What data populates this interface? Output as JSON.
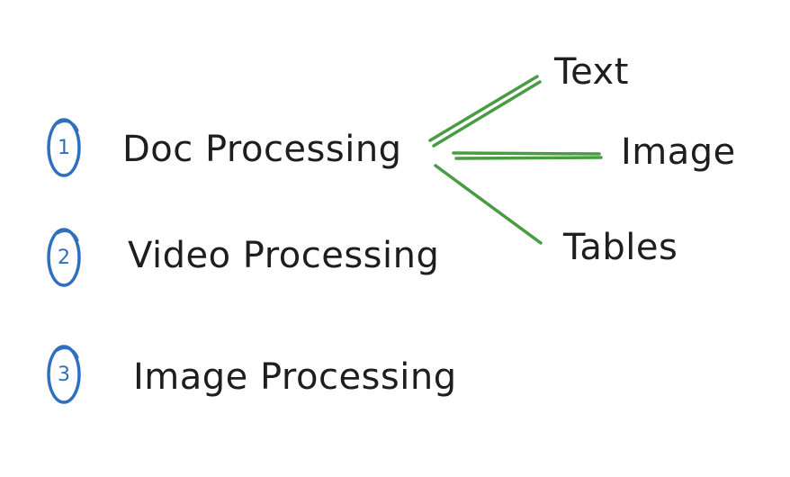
{
  "colors": {
    "text": "#1e1e1e",
    "circle": "#2f6fbd",
    "connector": "#4a9c44",
    "background": "#ffffff"
  },
  "items": [
    {
      "number": "1",
      "label": "Doc Processing"
    },
    {
      "number": "2",
      "label": "Video Processing"
    },
    {
      "number": "3",
      "label": "Image Processing"
    }
  ],
  "branches": [
    {
      "label": "Text"
    },
    {
      "label": "Image"
    },
    {
      "label": "Tables"
    }
  ]
}
